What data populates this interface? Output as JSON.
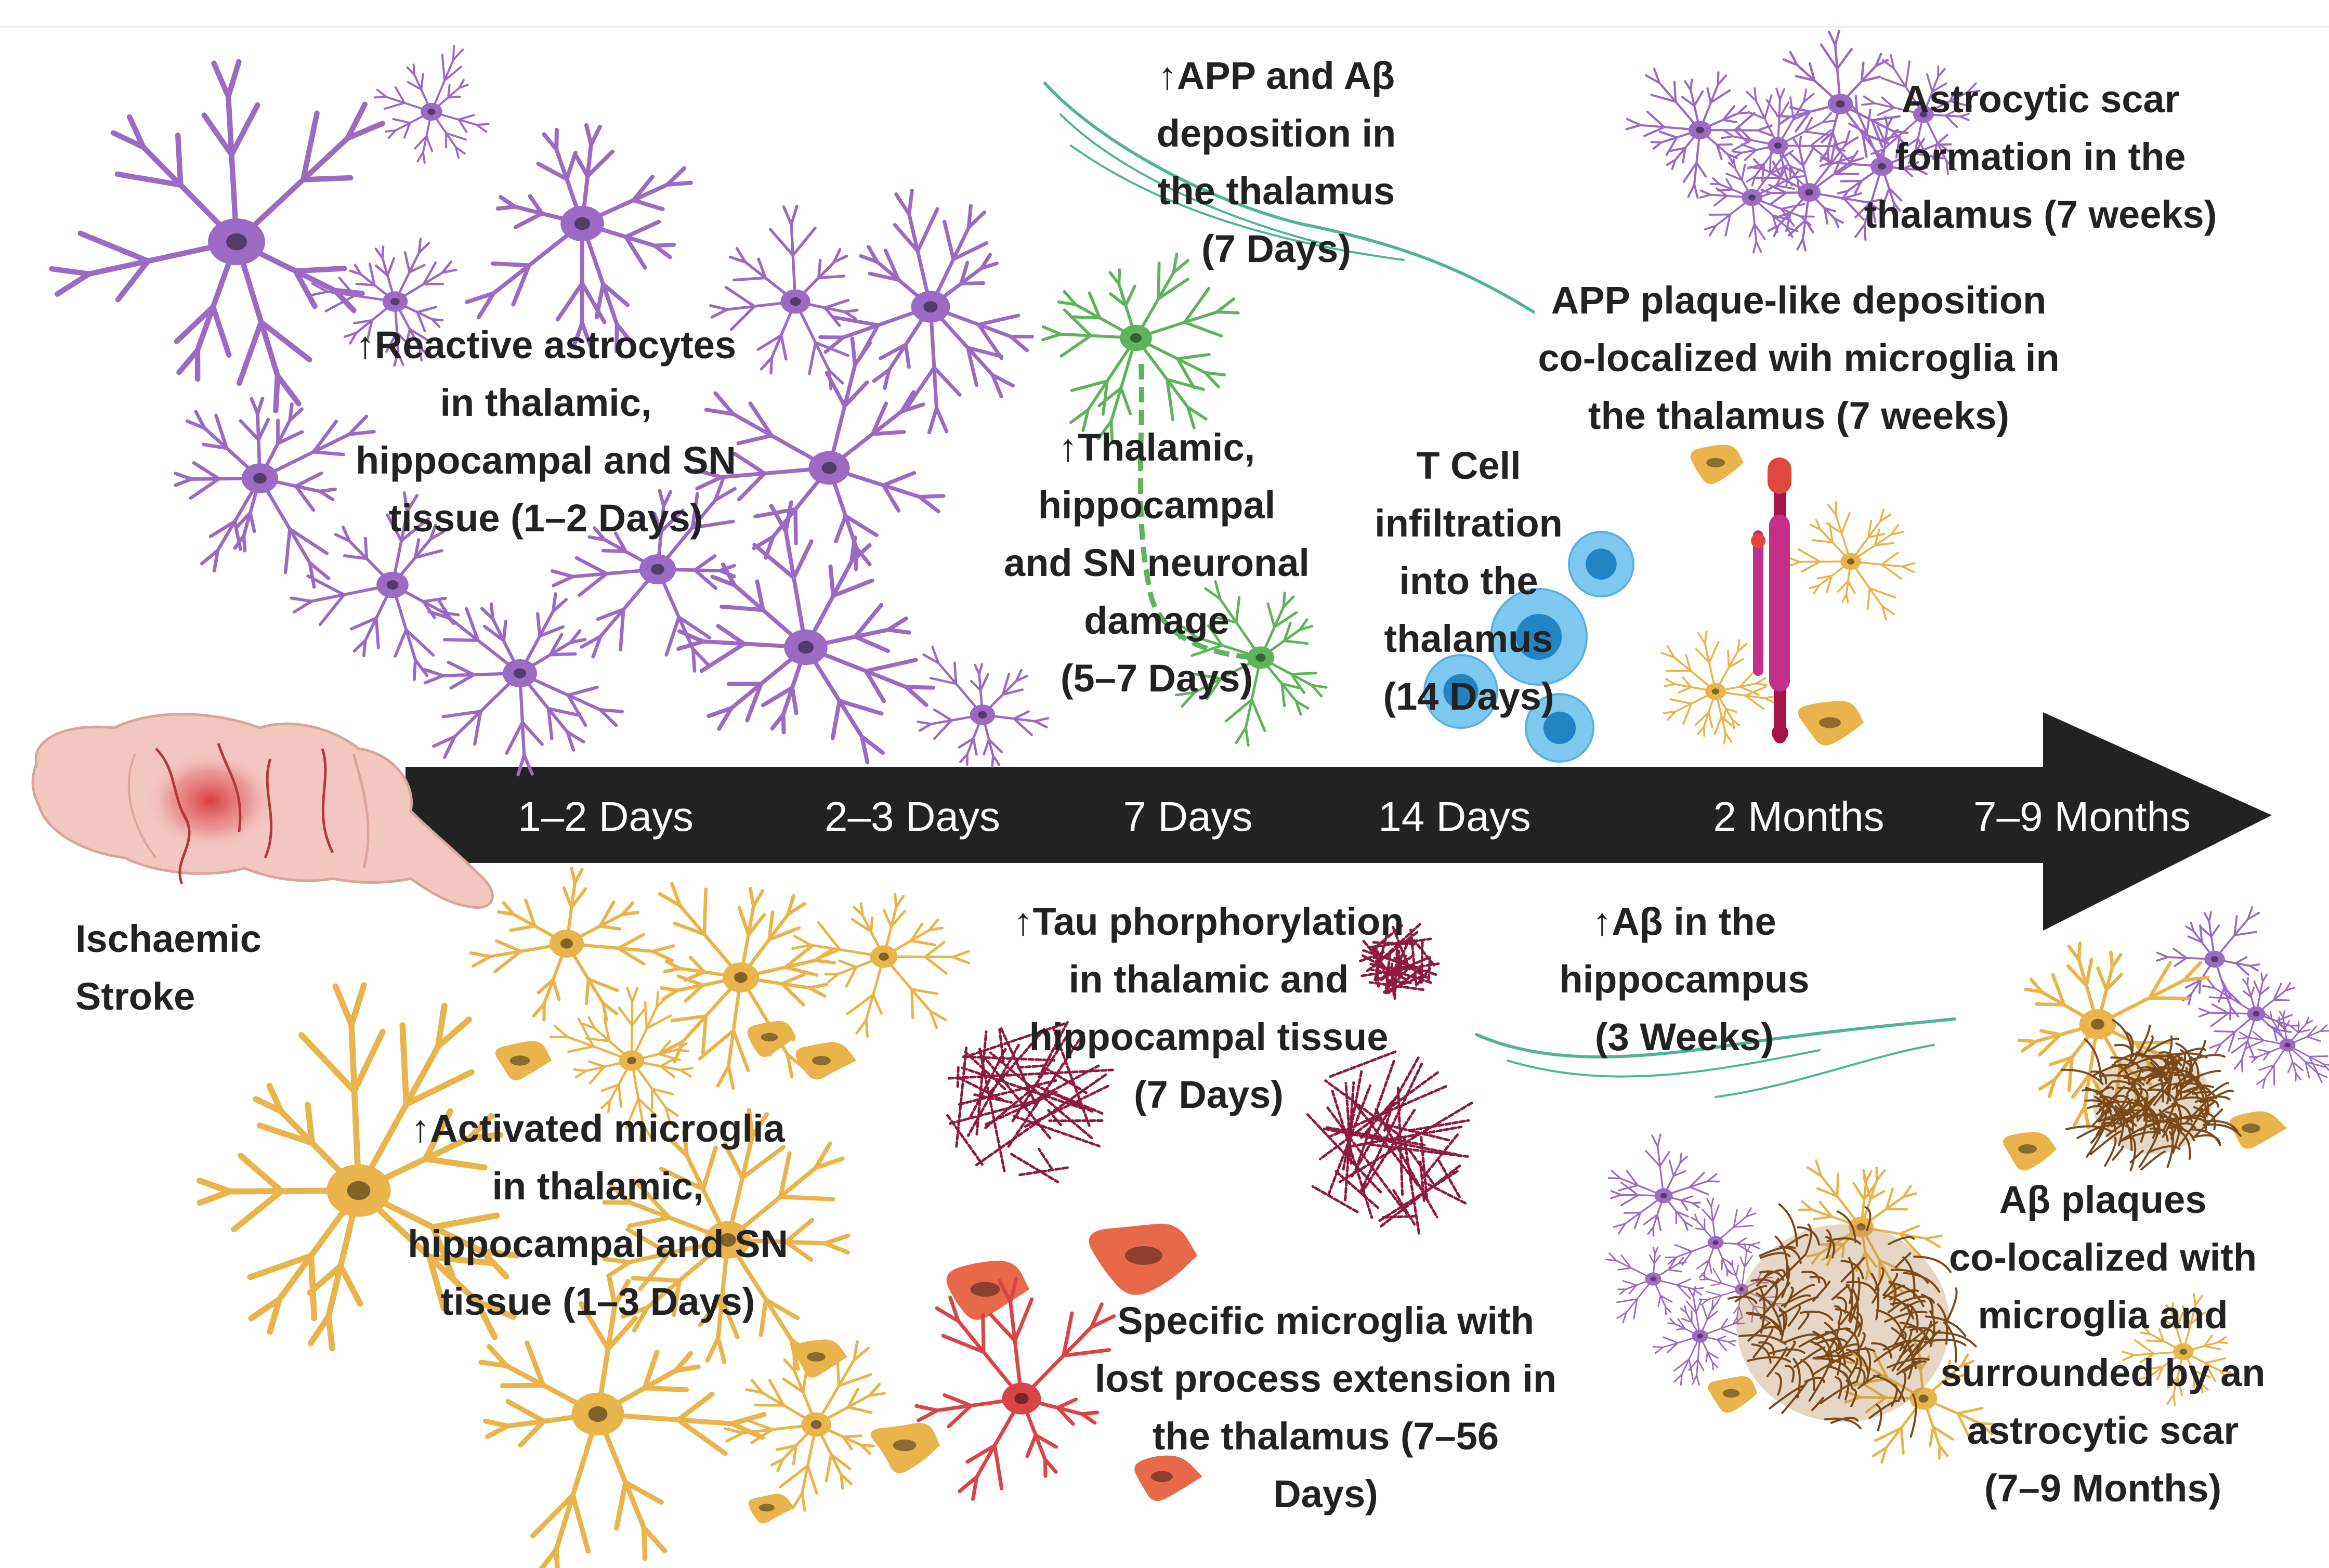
{
  "timeline": {
    "ticks": [
      "1–2 Days",
      "2–3 Days",
      "7 Days",
      "14 Days",
      "2 Months",
      "7–9 Months"
    ],
    "arrow_color": "#222222"
  },
  "labels": {
    "stroke": [
      "Ischaemic",
      "Stroke"
    ],
    "reactive_astrocytes": [
      "↑Reactive astrocytes",
      "in thalamic,",
      "hippocampal and SN",
      "tissue (1–2 Days)"
    ],
    "app_abeta": [
      "↑APP and Aβ",
      "deposition in",
      "the thalamus",
      "(7 Days)"
    ],
    "neuronal_damage": [
      "↑Thalamic,",
      "hippocampal",
      "and SN neuronal",
      "damage",
      "(5–7 Days)"
    ],
    "t_cell": [
      "T Cell",
      "infiltration",
      "into the",
      "thalamus",
      "(14 Days)"
    ],
    "astrocytic_scar": [
      "Astrocytic scar",
      "formation in the",
      "thalamus (7 weeks)"
    ],
    "app_plaque": [
      "APP plaque-like deposition",
      "co-localized wih microglia in",
      "the thalamus (7 weeks)"
    ],
    "activated_microglia": [
      "↑Activated microglia",
      "in thalamic,",
      "hippocampal and SN",
      "tissue (1–3 Days)"
    ],
    "tau": [
      "↑Tau phorphorylation",
      "in thalamic and",
      "hippocampal tissue",
      "(7 Days)"
    ],
    "abeta_hippocampus": [
      "↑Aβ in the",
      "hippocampus",
      "(3 Weeks)"
    ],
    "specific_microglia": [
      "Specific microglia with",
      "lost process extension in",
      "the thalamus (7–56",
      "Days)"
    ],
    "abeta_plaques": [
      "Aβ plaques",
      "co-localized with",
      "microglia and",
      "surrounded by an",
      "astrocytic scar",
      "(7–9 Months)"
    ]
  },
  "colors": {
    "astrocyte": "#9b6bc4",
    "microglia": "#e9b44c",
    "neuron": "#5fb35a",
    "fibril": "#4fb39a",
    "tcell": "#3aa6dd",
    "tau": "#8e1b3f",
    "reactive_microglia": "#e8694a",
    "plaque": "#7a4a1c",
    "brain": "#f2c7c0"
  }
}
